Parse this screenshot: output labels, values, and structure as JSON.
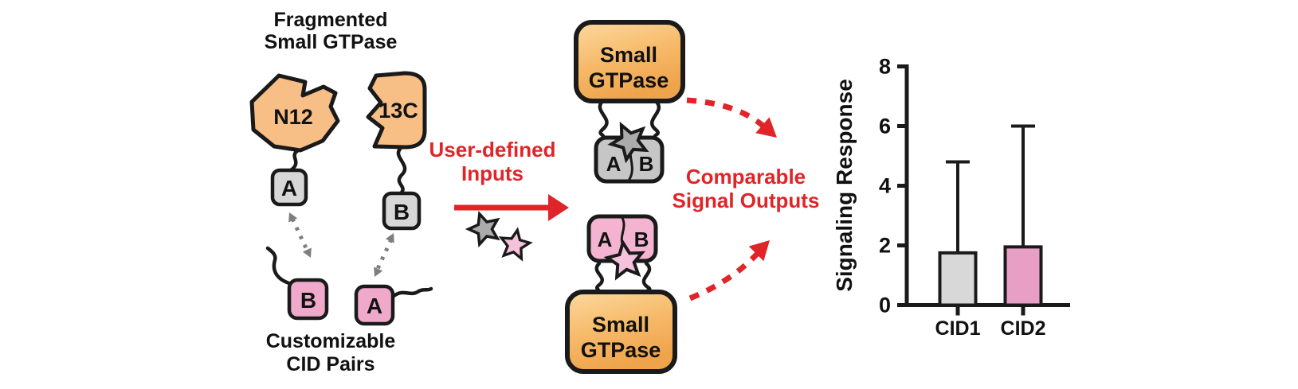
{
  "colors": {
    "red": "#E02528",
    "orange_light": "#FCD99E",
    "orange_mid": "#F6B968",
    "orange_dark": "#EFA34B",
    "orange_flat": "#F7BE85",
    "gray_box": "#D7D7D7",
    "gray_complex": "#C6C6C6",
    "gray_star": "#ABABAB",
    "gray_arrow": "#7E7E7E",
    "pink_box": "#F0A9CB",
    "pink_complex": "#F4B3D0",
    "pink_star": "#F4C2DC",
    "outline": "#1A1A1A"
  },
  "left_panel": {
    "title": [
      "Fragmented",
      "Small GTPase"
    ],
    "fragment_n": "N12",
    "fragment_c": "13C",
    "tag_a": "A",
    "tag_b": "B",
    "partner_b": "B",
    "partner_a": "A",
    "caption": [
      "Customizable",
      "CID Pairs"
    ]
  },
  "middle_panel": {
    "inputs_label": [
      "User-defined",
      "Inputs"
    ],
    "outputs_label": [
      "Comparable",
      "Signal Outputs"
    ],
    "top_complex": {
      "gtpase": [
        "Small",
        "GTPase"
      ],
      "tag_a": "A",
      "tag_b": "B"
    },
    "bottom_complex": {
      "gtpase": [
        "Small",
        "GTPase"
      ],
      "tag_a": "A",
      "tag_b": "B"
    }
  },
  "chart_data": {
    "type": "bar",
    "title": "",
    "categories": [
      "CID1",
      "CID2"
    ],
    "values": [
      1.75,
      1.95
    ],
    "error_upper_tops": [
      4.8,
      6.0
    ],
    "xlabel": "",
    "ylabel": "Signaling Response",
    "ylim": [
      0,
      8
    ],
    "yticks": [
      0,
      2,
      4,
      6,
      8
    ],
    "bar_colors": [
      "#D8D8D8",
      "#E89FC6"
    ],
    "grid": false,
    "legend": false
  }
}
